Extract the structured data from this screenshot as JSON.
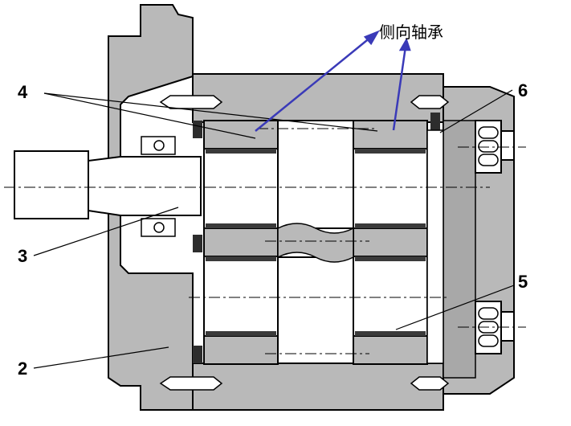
{
  "labels": {
    "side_bearing": "侧向轴承",
    "n2": "2",
    "n3": "3",
    "n4": "4",
    "n5": "5",
    "n6": "6"
  },
  "colors": {
    "housing": "#b9b9b9",
    "dark": "#3a3a3a",
    "arrow": "#3a3ab8",
    "line": "#000000"
  }
}
